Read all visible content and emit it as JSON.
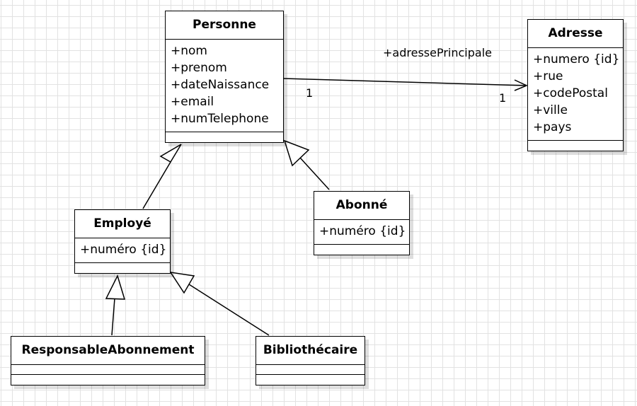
{
  "classes": {
    "personne": {
      "name": "Personne",
      "attributes": [
        "+nom",
        "+prenom",
        "+dateNaissance",
        "+email",
        "+numTelephone"
      ]
    },
    "adresse": {
      "name": "Adresse",
      "attributes": [
        "+numero {id}",
        "+rue",
        "+codePostal",
        "+ville",
        "+pays"
      ]
    },
    "employe": {
      "name": "Employé",
      "attributes": [
        "+numéro {id}"
      ]
    },
    "abonne": {
      "name": "Abonné",
      "attributes": [
        "+numéro {id}"
      ]
    },
    "responsable": {
      "name": "ResponsableAbonnement",
      "attributes": []
    },
    "bibliothecaire": {
      "name": "Bibliothécaire",
      "attributes": []
    }
  },
  "association": {
    "role": "+adressePrincipale",
    "source_multiplicity": "1",
    "target_multiplicity": "1"
  },
  "generalizations": [
    {
      "child": "Employé",
      "parent": "Personne"
    },
    {
      "child": "Abonné",
      "parent": "Personne"
    },
    {
      "child": "ResponsableAbonnement",
      "parent": "Employé"
    },
    {
      "child": "Bibliothécaire",
      "parent": "Employé"
    }
  ]
}
